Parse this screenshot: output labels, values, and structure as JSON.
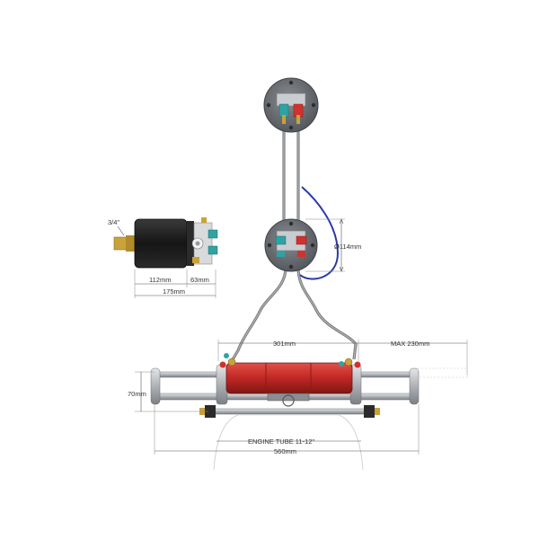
{
  "diagram": {
    "labels": {
      "pipe_size": "3/4\"",
      "helm_body": "112mm",
      "helm_fitting": "63mm",
      "helm_total": "175mm",
      "bezel_diameter": "Ø114mm",
      "cylinder_stroke": "301mm",
      "max_offset": "MAX 230mm",
      "height": "70mm",
      "engine_tube": "ENGINE TUBE 11-12\"",
      "overall_width": "560mm"
    },
    "colors": {
      "cylinder": "#c42a26",
      "cylinder_dark": "#8e1a17",
      "helm_body": "#1c1c1c",
      "mount_plate": "#6f7378",
      "hose": "#7d7f82",
      "blue_line": "#2a3aa8",
      "fitting_teal": "#2fa3a3",
      "fitting_red": "#d0332e",
      "fitting_brass": "#c9a23a",
      "steel": "#b8bcc0"
    }
  }
}
